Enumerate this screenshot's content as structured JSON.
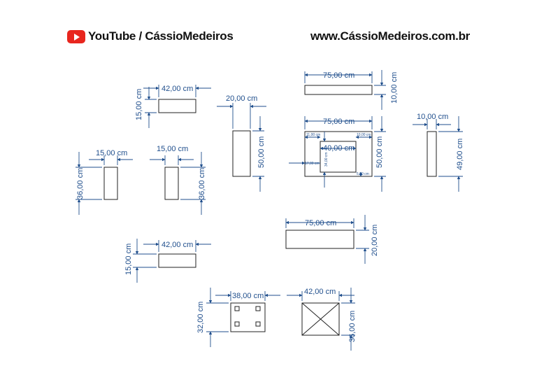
{
  "header": {
    "brand_left": "YouTube / CássioMedeiros",
    "site_url": "www.CássioMedeiros.com.br",
    "logo_icon": "youtube-play-icon"
  },
  "dimensions": {
    "a_width": "42,00 cm",
    "a_height": "15,00 cm",
    "b_width": "20,00 cm",
    "b_height": "50,00 cm",
    "c_width": "75,00 cm",
    "c_height": "10,00 cm",
    "d_width": "75,00 cm",
    "d_height": "50,00 cm",
    "d_inner_width": "40,00 cm",
    "d_left_gap": "11,00 cm",
    "d_right_gap": "10,00 cm",
    "d_side_gap": "17,00 cm",
    "d_inner_height": "34,00 cm",
    "d_bottom_gap": "5,00 cm",
    "e_width": "10,00 cm",
    "e_height": "49,00 cm",
    "f_width": "15,00 cm",
    "f_height": "36,00 cm",
    "g_width": "15,00 cm",
    "g_height": "36,00 cm",
    "h_width": "75,00 cm",
    "h_height": "20,00 cm",
    "i_width": "42,00 cm",
    "i_height": "15,00 cm",
    "j_width": "38,00 cm",
    "j_height": "32,00 cm",
    "k_width": "42,00 cm",
    "k_height": "36,00 cm"
  },
  "colors": {
    "dimension": "#1f4e8c",
    "outline": "#222222",
    "brand_red": "#e8261e"
  }
}
